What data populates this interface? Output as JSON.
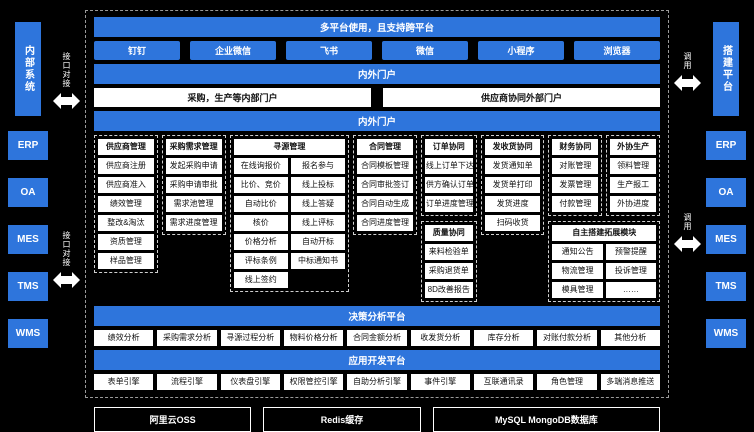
{
  "colors": {
    "accent": "#2e75dc",
    "background": "#000000",
    "box": "#ffffff"
  },
  "left_sidebar": {
    "title": "内部系统",
    "items": [
      "ERP",
      "OA",
      "MES",
      "TMS",
      "WMS"
    ],
    "connector_label": "接口对接"
  },
  "right_sidebar": {
    "title": "搭建平台",
    "items": [
      "ERP",
      "OA",
      "MES",
      "TMS",
      "WMS"
    ],
    "connector_label": "调用"
  },
  "top_banner": "多平台使用，且支持跨平台",
  "clients": [
    "钉钉",
    "企业微信",
    "飞书",
    "微信",
    "小程序",
    "浏览器"
  ],
  "portal_bar": "内外门户",
  "portals": [
    "采购，生产等内部门户",
    "供应商协同外部门户"
  ],
  "modules_bar": "内外门户",
  "modules": {
    "supplier": {
      "title": "供应商管理",
      "items": [
        "供应商注册",
        "供应商准入",
        "绩效管理",
        "整改&淘汰",
        "资质管理",
        "样品管理"
      ]
    },
    "demand": {
      "title": "采购需求管理",
      "items": [
        "发起采购申请",
        "采购申请审批",
        "需求池管理",
        "需求进度管理"
      ]
    },
    "sourcing": {
      "title": "寻源管理",
      "col_a": [
        "在线询报价",
        "比价、竞价",
        "自动比价",
        "核价",
        "价格分析",
        "评标条例",
        "线上签约"
      ],
      "col_b": [
        "报名参与",
        "线上投标",
        "线上答疑",
        "线上评标",
        "自动开标",
        "中标通知书"
      ]
    },
    "contract": {
      "title": "合同管理",
      "items": [
        "合同模板管理",
        "合同审批签订",
        "合同自动生成",
        "合同进度管理"
      ]
    },
    "order": {
      "title": "订单协同",
      "items": [
        "线上订单下达",
        "供方确认订单",
        "订单进度管理"
      ]
    },
    "quality": {
      "title": "质量协同",
      "items": [
        "来料检验单",
        "采购退货单",
        "8D改善报告"
      ]
    },
    "shipping": {
      "title": "发收货协同",
      "items": [
        "发货通知单",
        "发货单打印",
        "发货进度",
        "扫码收货"
      ]
    },
    "finance": {
      "title": "财务协同",
      "items": [
        "对账管理",
        "发票管理",
        "付款管理"
      ]
    },
    "outsourcing": {
      "title": "外协生产",
      "items": [
        "领料管理",
        "生产报工",
        "外协进度"
      ]
    },
    "custom": {
      "title": "自主搭建拓展模块",
      "items": [
        "通知公告",
        "预警提醒",
        "物流管理",
        "投诉管理",
        "模具管理",
        "……"
      ]
    }
  },
  "analysis_bar": "决策分析平台",
  "analysis": [
    "绩效分析",
    "采购需求分析",
    "寻源过程分析",
    "物料价格分析",
    "合同金额分析",
    "收发货分析",
    "库存分析",
    "对账付款分析",
    "其他分析"
  ],
  "dev_bar": "应用开发平台",
  "engines": [
    "表单引擎",
    "流程引擎",
    "仪表盘引擎",
    "权限管控引擎",
    "自助分析引擎",
    "事件引擎",
    "互联通讯录",
    "角色管理",
    "多端消息推送"
  ],
  "infrastructure": [
    "阿里云OSS",
    "Redis缓存",
    "MySQL MongoDB数据库"
  ]
}
